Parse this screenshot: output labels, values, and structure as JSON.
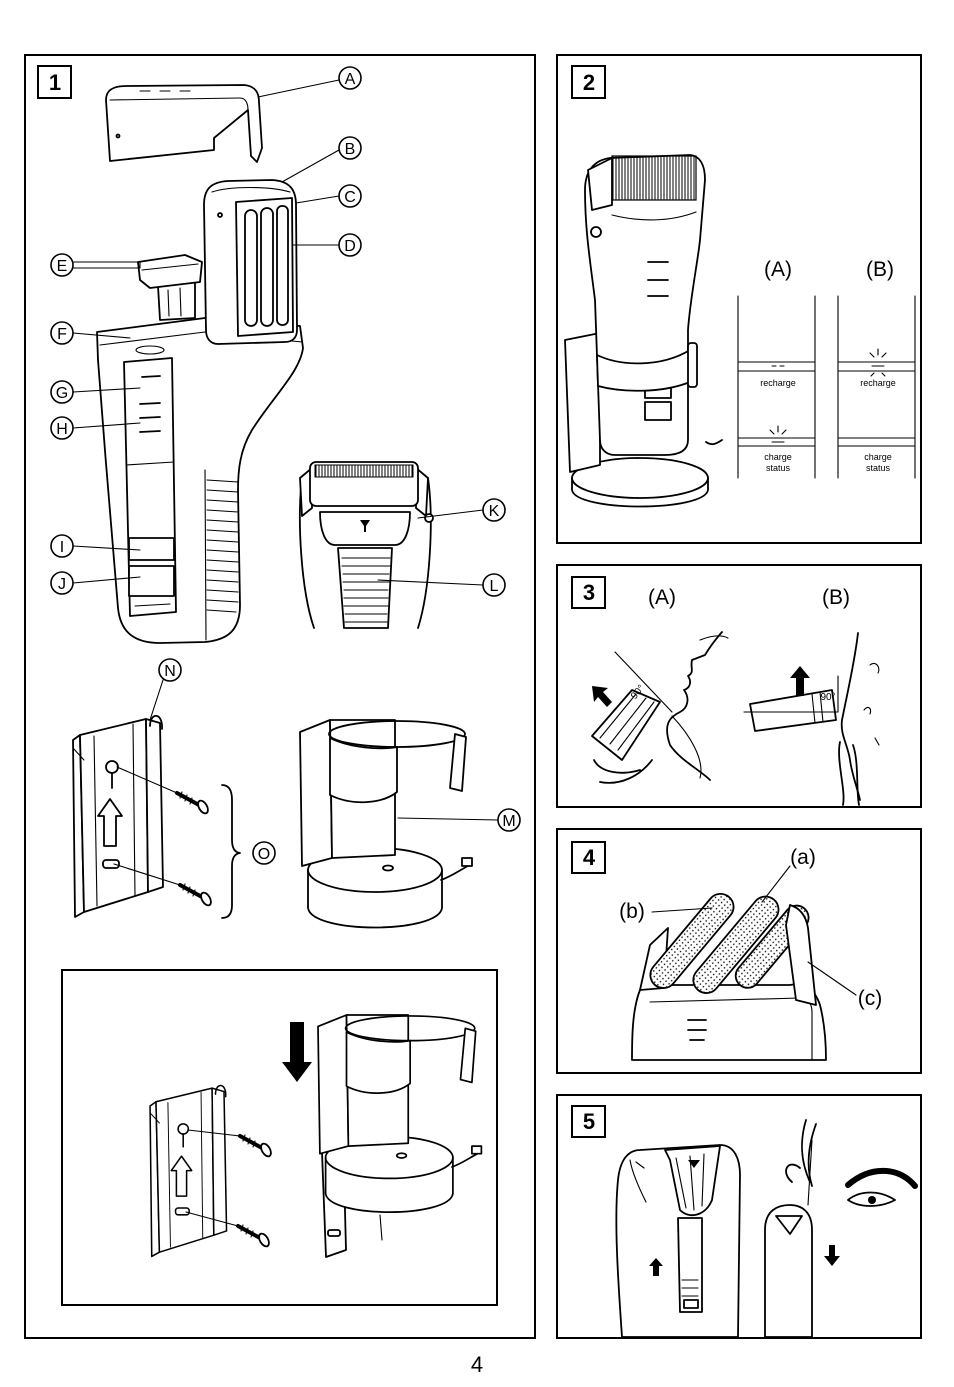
{
  "page_number": "4",
  "panel1": {
    "number": "1",
    "callouts": {
      "A": "A",
      "B": "B",
      "C": "C",
      "D": "D",
      "E": "E",
      "F": "F",
      "G": "G",
      "H": "H",
      "I": "I",
      "J": "J",
      "K": "K",
      "L": "L",
      "M": "M",
      "N": "N",
      "O": "O"
    }
  },
  "panel2": {
    "number": "2",
    "label_a": "(A)",
    "label_b": "(B)",
    "indicators": [
      {
        "recharge": "recharge",
        "charge_status": [
          "charge",
          "status"
        ]
      },
      {
        "recharge": "recharge",
        "charge_status": [
          "charge",
          "status"
        ]
      }
    ]
  },
  "panel3": {
    "number": "3",
    "label_a": "(A)",
    "label_b": "(B)",
    "angle_a": "90°",
    "angle_b": "90°"
  },
  "panel4": {
    "number": "4",
    "label_a": "(a)",
    "label_b": "(b)",
    "label_c": "(c)"
  },
  "panel5": {
    "number": "5"
  }
}
